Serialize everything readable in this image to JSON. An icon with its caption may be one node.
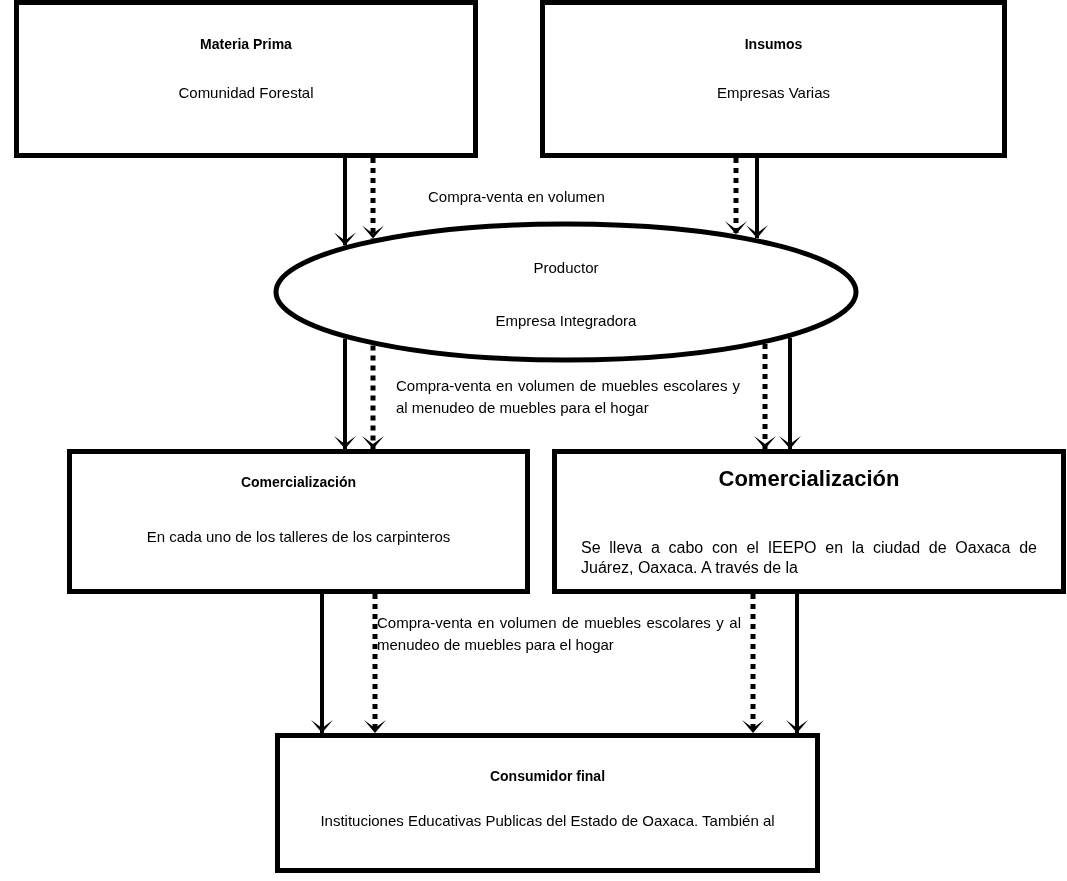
{
  "diagram": {
    "nodes": [
      {
        "text": [
          "Materia Prima",
          "Comunidad Forestal"
        ]
      },
      {
        "text": [
          "Insumos",
          "Empresas Varias"
        ]
      },
      {
        "text": [
          "Productor",
          "Empresa Integradora"
        ]
      },
      {
        "text": [
          "Comercialización",
          "En cada uno de los talleres de los carpinteros"
        ]
      },
      {
        "text": [
          "Comercialización",
          "Se lleva a cabo con el IEEPO en la ciudad de Oaxaca de Juárez, Oaxaca. A través de la"
        ]
      },
      {
        "text": [
          "Consumidor final",
          "Instituciones Educativas Publicas del Estado de Oaxaca. También al"
        ]
      }
    ],
    "edges": [
      {
        "from": 0,
        "to": 2,
        "arrow": "to"
      },
      {
        "from": 0,
        "to": 2,
        "arrow": "to",
        "style": "dashed"
      },
      {
        "from": 1,
        "to": 2,
        "arrow": "to",
        "style": "dashed"
      },
      {
        "from": 1,
        "to": 2,
        "arrow": "to"
      },
      {
        "from": 2,
        "to": 3,
        "arrow": "to"
      },
      {
        "from": 2,
        "to": 3,
        "arrow": "to",
        "style": "dashed"
      },
      {
        "from": 2,
        "to": 4,
        "arrow": "to",
        "style": "dashed"
      },
      {
        "from": 2,
        "to": 4,
        "arrow": "to"
      },
      {
        "from": 3,
        "to": 5,
        "arrow": "to"
      },
      {
        "from": 3,
        "to": 5,
        "arrow": "to",
        "style": "dashed"
      },
      {
        "from": 4,
        "to": 5,
        "arrow": "to",
        "style": "dashed"
      },
      {
        "from": 4,
        "to": 5,
        "arrow": "to"
      }
    ],
    "labels": [
      "Compra-venta en volumen",
      "Compra-venta en volumen de muebles escolares y al menudeo de muebles para el hogar",
      "Compra-venta en volumen de muebles escolares y al menudeo de muebles para el hogar"
    ]
  }
}
